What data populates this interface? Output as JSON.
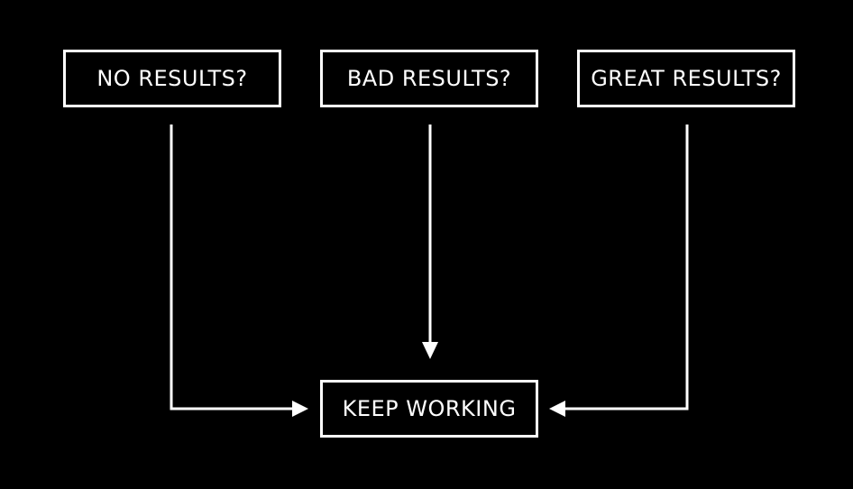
{
  "boxes": {
    "no_results": "NO RESULTS?",
    "bad_results": "BAD RESULTS?",
    "great_results": "GREAT RESULTS?",
    "keep_working": "KEEP WORKING"
  },
  "colors": {
    "background": "#000000",
    "stroke": "#ffffff",
    "text": "#ffffff"
  }
}
